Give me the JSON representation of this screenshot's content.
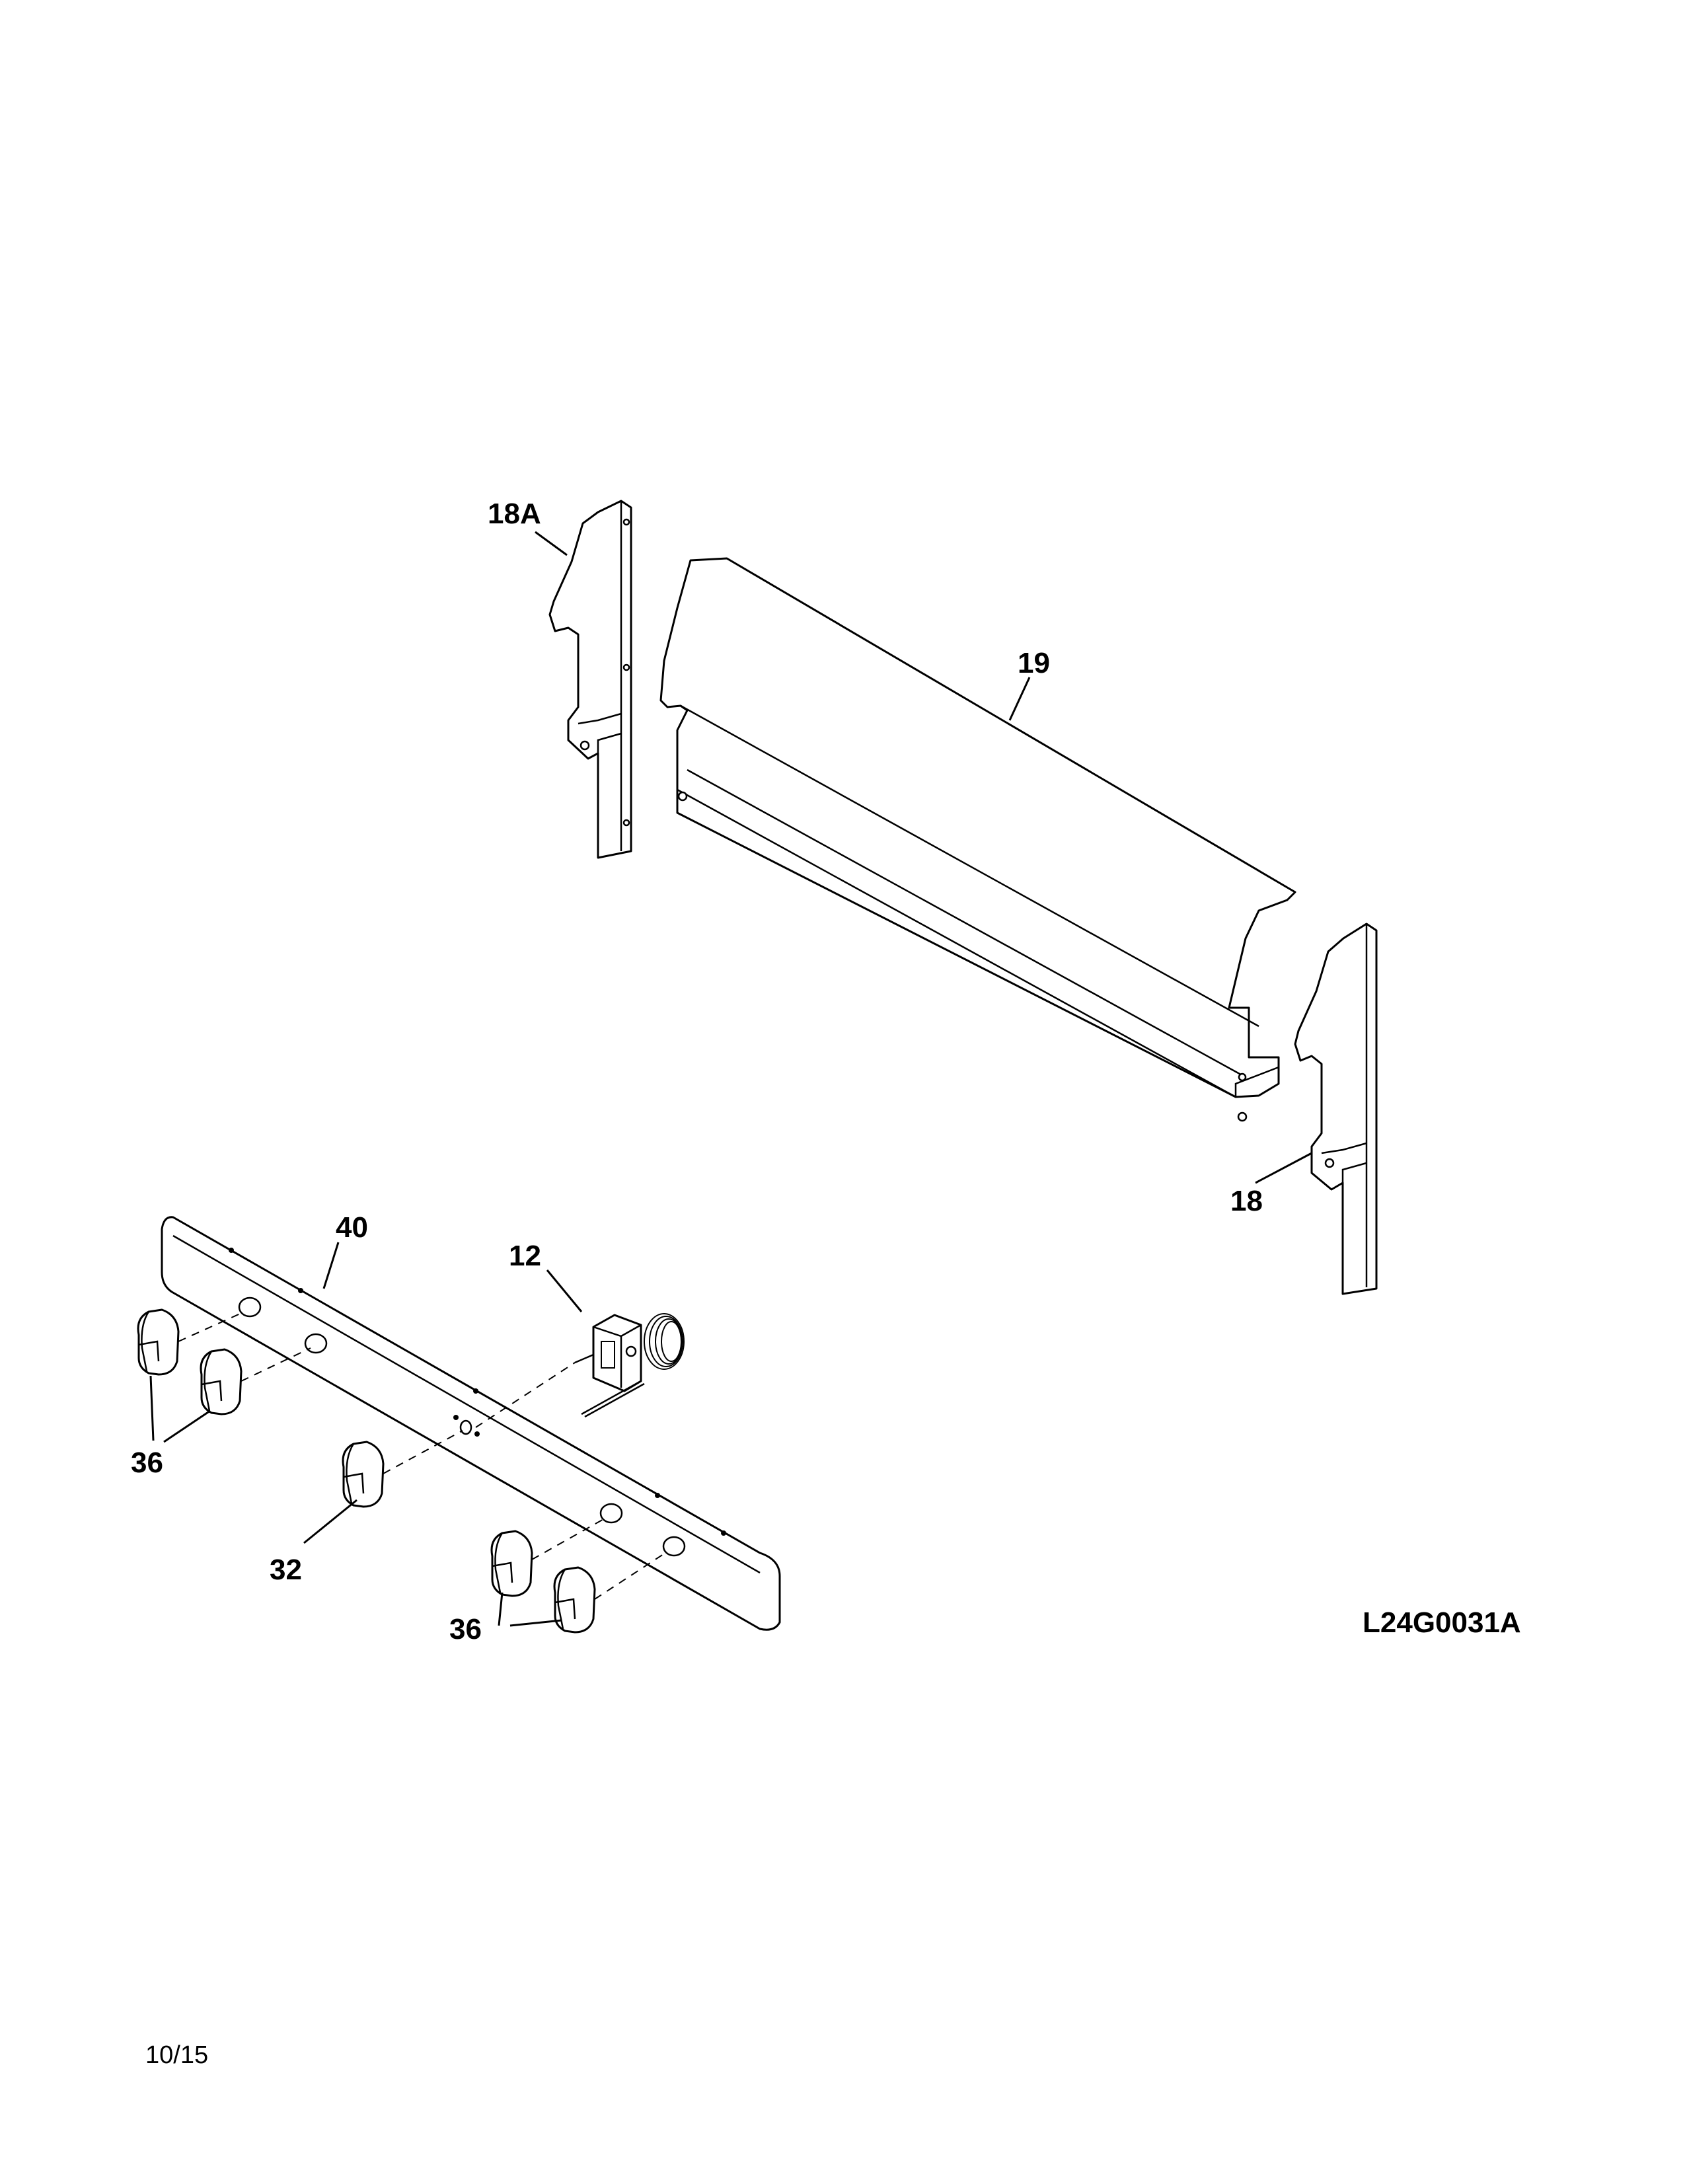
{
  "diagram": {
    "callouts": {
      "part_18a": "18A",
      "part_19": "19",
      "part_18": "18",
      "part_40": "40",
      "part_12": "12",
      "part_36_left": "36",
      "part_32": "32",
      "part_36_right": "36"
    },
    "drawing_code": "L24G0031A",
    "page_date": "10/15"
  }
}
